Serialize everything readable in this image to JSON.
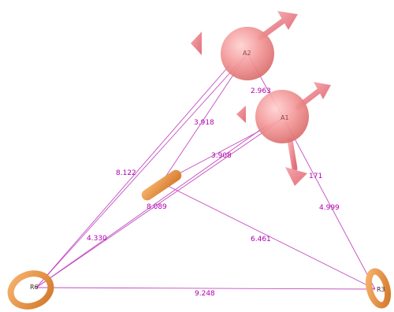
{
  "labels": {
    "a2": "A2",
    "a1": "A1",
    "r6": "R6",
    "r3": "R3"
  },
  "distances": {
    "a2_a1": "2.963",
    "a2_center": "3.918",
    "a2_r6": "8.122",
    "a1_center": "3.908",
    "a1_vec": "171",
    "a1_r3": "4.999",
    "center_r6": "4.330",
    "center_r6b": "8.089",
    "center_r3": "6.461",
    "r6_r3": "9.248"
  },
  "colors": {
    "line": "#c24cc2",
    "label_text": "#b000b0",
    "sphere": "#f08a8a",
    "arrow": "#e87c82",
    "ring": "#e88a3a"
  }
}
